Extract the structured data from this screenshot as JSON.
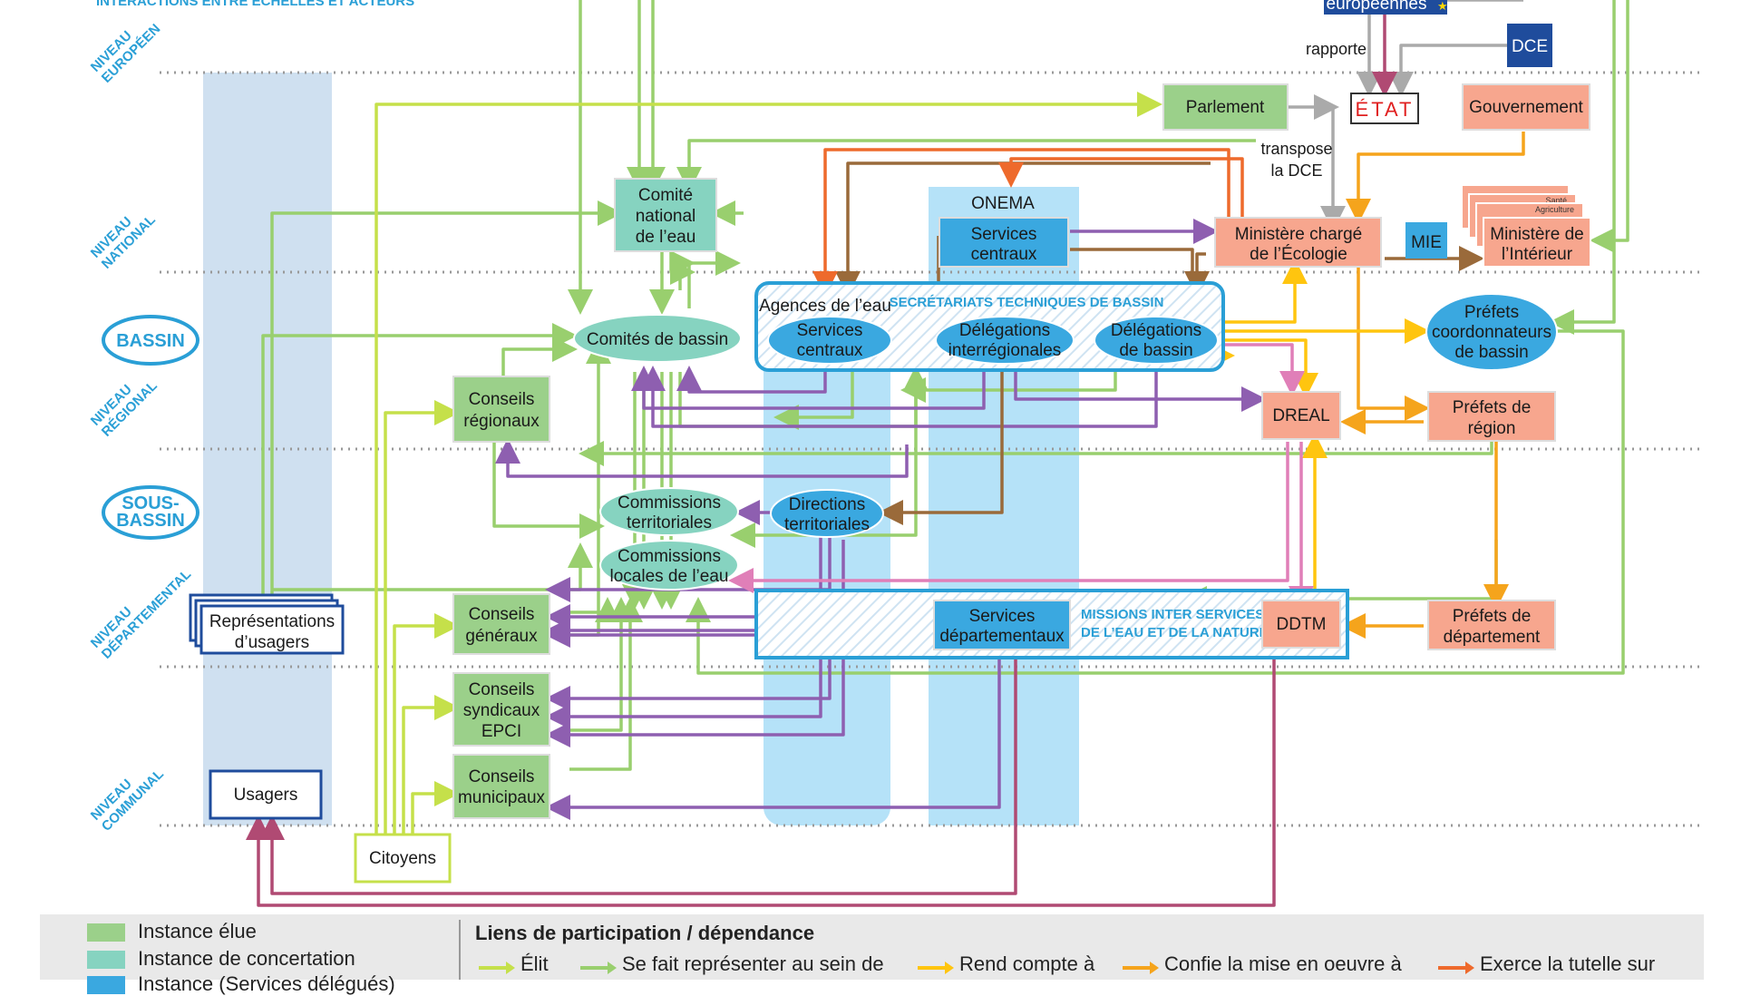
{
  "header": {
    "title": "INTERACTIONS ENTRE ÉCHELLES ET ACTEURS"
  },
  "levels": {
    "europeen": [
      "NIVEAU",
      "EUROPÉEN"
    ],
    "national": [
      "NIVEAU",
      "NATIONAL"
    ],
    "bassin": "BASSIN",
    "regional": [
      "NIVEAU",
      "RÉGIONAL"
    ],
    "sous_bassin": [
      "SOUS-",
      "BASSIN"
    ],
    "departemental": [
      "NIVEAU",
      "DÉPARTEMENTAL"
    ],
    "communal": [
      "NIVEAU",
      "COMMUNAL"
    ]
  },
  "nodes": {
    "institutions_eu": "européennes",
    "dce": "DCE",
    "etat": "ÉTAT",
    "rapporte": "rapporte",
    "parlement": "Parlement",
    "gouvernement": "Gouvernement",
    "transpose": [
      "transpose",
      "la DCE"
    ],
    "comite_national": [
      "Comité",
      "national",
      "de l’eau"
    ],
    "onema": "ONEMA",
    "onema_services": [
      "Services",
      "centraux"
    ],
    "ministere_ecologie": [
      "Ministère chargé",
      "de l’Écologie"
    ],
    "mie": "MIE",
    "ministere_interieur": [
      "Ministère de",
      "l’Intérieur"
    ],
    "stack_labels": [
      "...",
      "Santé",
      "Agriculture"
    ],
    "agences": "Agences de l’eau",
    "secretariats": "SECRÉTARIATS TECHNIQUES DE BASSIN",
    "agences_services": [
      "Services",
      "centraux"
    ],
    "delegations_inter": [
      "Délégations",
      "interrégionales"
    ],
    "delegations_bassin": [
      "Délégations",
      "de bassin"
    ],
    "comites_bassin": "Comités de bassin",
    "prefets_coord": [
      "Préfets",
      "coordonnateurs",
      "de bassin"
    ],
    "conseils_regionaux": [
      "Conseils",
      "régionaux"
    ],
    "dreal": "DREAL",
    "prefets_region": [
      "Préfets de",
      "région"
    ],
    "commissions_terr": [
      "Commissions",
      "territoriales"
    ],
    "directions_terr": [
      "Directions",
      "territoriales"
    ],
    "commissions_locales": [
      "Commissions",
      "locales de l’eau"
    ],
    "representations": [
      "Représentations",
      "d’usagers"
    ],
    "conseils_generaux": [
      "Conseils",
      "généraux"
    ],
    "services_dep": [
      "Services",
      "départementaux"
    ],
    "missions": [
      "MISSIONS INTER SERVICES",
      "DE L’EAU ET DE LA NATURE"
    ],
    "ddtm": "DDTM",
    "prefets_dep": [
      "Préfets de",
      "département"
    ],
    "conseils_synd": [
      "Conseils",
      "syndicaux",
      "EPCI"
    ],
    "conseils_muni": [
      "Conseils",
      "municipaux"
    ],
    "usagers": "Usagers",
    "citoyens": "Citoyens"
  },
  "colors": {
    "elue": "#9bd08a",
    "concertation": "#86d3c0",
    "onema_blue": "#3aa8e0",
    "etat_salmon": "#f7a68e",
    "band_light": "#cfe0f0",
    "band_blue": "#b5e2f8",
    "elit": "#c5e04a",
    "represente": "#99cf6e",
    "rend_compte": "#ffc50f",
    "confie": "#f5a41c",
    "tutelle": "#ee6a2c",
    "purple": "#8e5fb0",
    "brown": "#9a6a3a",
    "pink": "#e07fb8",
    "grey": "#aaaaaa",
    "crimson": "#b04a73"
  },
  "legend": {
    "instance_elue": "Instance élue",
    "instance_concertation": "Instance de concertation",
    "instance_third": "Instance (Services délégués)",
    "title": "Liens de participation / dépendance",
    "links": [
      "Élit",
      "Se fait représenter au sein de",
      "Rend compte à",
      "Confie la mise en oeuvre à",
      "Exerce la tutelle sur"
    ]
  }
}
